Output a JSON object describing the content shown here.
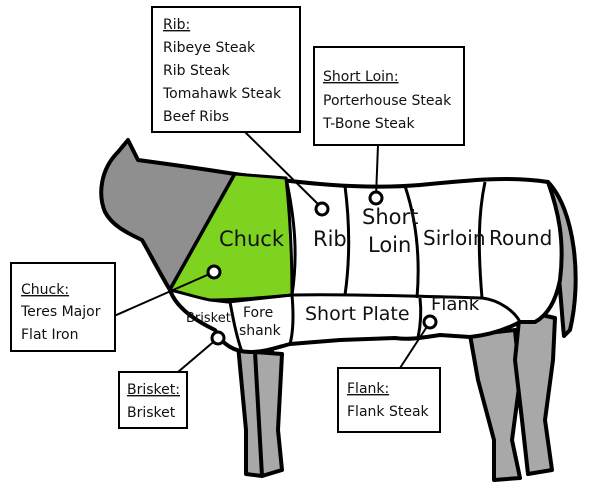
{
  "highlight_color": "#7ed321",
  "leg_color": "#a8a8a8",
  "head_color": "#8f8f8f",
  "cuts": {
    "chuck": "Chuck",
    "rib": "Rib",
    "short_loin_1": "Short",
    "short_loin_2": "Loin",
    "sirloin": "Sirloin",
    "round": "Round",
    "brisket": "Brisket",
    "foreshank_1": "Fore",
    "foreshank_2": "shank",
    "short_plate": "Short Plate",
    "flank": "Flank"
  },
  "callouts": {
    "rib": {
      "title": "Rib:",
      "items": [
        "Ribeye Steak",
        "Rib Steak",
        "Tomahawk Steak",
        "Beef Ribs"
      ]
    },
    "short_loin": {
      "title": "Short Loin:",
      "items": [
        "Porterhouse Steak",
        "T-Bone Steak"
      ]
    },
    "chuck": {
      "title": "Chuck:",
      "items": [
        "Teres Major",
        "Flat Iron"
      ]
    },
    "brisket": {
      "title": "Brisket:",
      "items": [
        "Brisket"
      ]
    },
    "flank": {
      "title": "Flank:",
      "items": [
        "Flank Steak"
      ]
    }
  }
}
